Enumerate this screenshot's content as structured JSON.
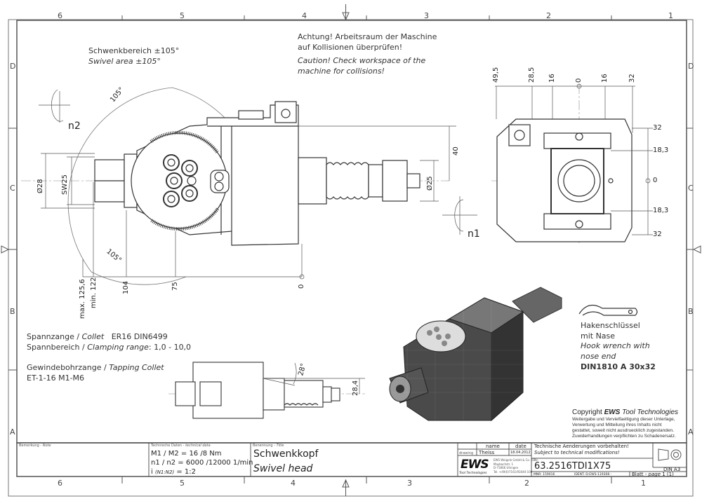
{
  "border": {
    "columns": [
      "6",
      "5",
      "4",
      "3",
      "2",
      "1"
    ],
    "rows": [
      "D",
      "C",
      "B",
      "A"
    ]
  },
  "notes": {
    "swivel_de": "Schwenkbereich ±105°",
    "swivel_en": "Swivel area ±105°",
    "warning_de_1": "Achtung! Arbeitsraum der Maschine",
    "warning_de_2": "auf Kollisionen überprüfen!",
    "warning_en_1": "Caution! Check workspace of the",
    "warning_en_2": "machine for collisions!",
    "collet_de": "Spannzange / ",
    "collet_en": "Collet",
    "collet_value": "ER16   DIN6499",
    "clamp_de": "Spannbereich / ",
    "clamp_en": "Clamping range",
    "clamp_value": ": 1,0 - 10,0",
    "tap_de": "Gewindebohrzange / ",
    "tap_en": "Tapping Collet",
    "tap_value": "ET-1-16   M1-M6",
    "wrench_de_1": "Hakenschlüssel",
    "wrench_de_2": "mit Nase",
    "wrench_en_1": "Hook wrench with",
    "wrench_en_2": "nose end",
    "wrench_std": "DIN1810  A  30x32",
    "copyright_title_1": "Copyright ",
    "copyright_title_2": "EWS",
    "copyright_title_3": " Tool Technologies",
    "copyright_lines": [
      "Weitergabe und Vervielfaeltigung dieser Unterlage,",
      "Verwertung und Mitteilung ihres Inhalts nicht",
      "gestattet, soweit nicht ausdruecklich zugestanden.",
      "Zuwiderhandlungen verpflichten zu Schadenersatz."
    ]
  },
  "dimensions": {
    "front": {
      "angle_top": "105°",
      "angle_bottom": "105°",
      "d28": "Ø28",
      "sw25": "SW25",
      "d25": "Ø25",
      "h40": "40",
      "max": "max. 125,6",
      "min": "min. 122",
      "d104": "104",
      "d75": "75",
      "d0": "0",
      "n1": "n1",
      "n2": "n2"
    },
    "side_top": [
      "49,5",
      "28,5",
      "16",
      "0",
      "16",
      "32"
    ],
    "side_right": [
      "32",
      "18,3",
      "0",
      "18,3",
      "32"
    ],
    "small": {
      "angle": "28°",
      "h": "28,4"
    }
  },
  "title_block": {
    "note_label": "Bemerkung - ",
    "note_label_en": "Note",
    "tech_label": "Technische Daten - ",
    "tech_label_en": "technical data",
    "tech_line1": "M1 / M2 = 16   /8    Nm",
    "tech_line2": "n1 / n2 = 6000 /12000  1/min",
    "tech_line3_a": "i  ",
    "tech_line3_b": "(N1:N2)",
    "tech_line3_c": " = 1:2",
    "title_label": "Benennung - ",
    "title_label_en": "Title",
    "title_de": "Schwenkkopf",
    "title_en": "Swivel head",
    "col_name": "name",
    "col_date": "date",
    "row_drawing": "drawing",
    "drawer": "Theiss",
    "date": "18.04.2012",
    "logo": "EWS",
    "logo_sub": "Tool Technologies",
    "company_lines": [
      "EWS Weigele GmbH & Co. KG",
      "Maybachstr. 1",
      "D-73066 Uhingen",
      "Tel. +49(0)7161/93040-100"
    ],
    "changes_de": "Technische Aenderungen vorbehalten!",
    "changes_en": "Subject to technical modifications!",
    "nr_label": "Nr.",
    "part_number": "63.2516TDI1X75",
    "mnr": "MNR: 159016",
    "ident": "IDENT: D-EWS-119308 -",
    "sheet_de": "Blatt - ",
    "sheet_en": "page",
    "sheet_value": " 1 (1)",
    "format": "DIN A3"
  }
}
